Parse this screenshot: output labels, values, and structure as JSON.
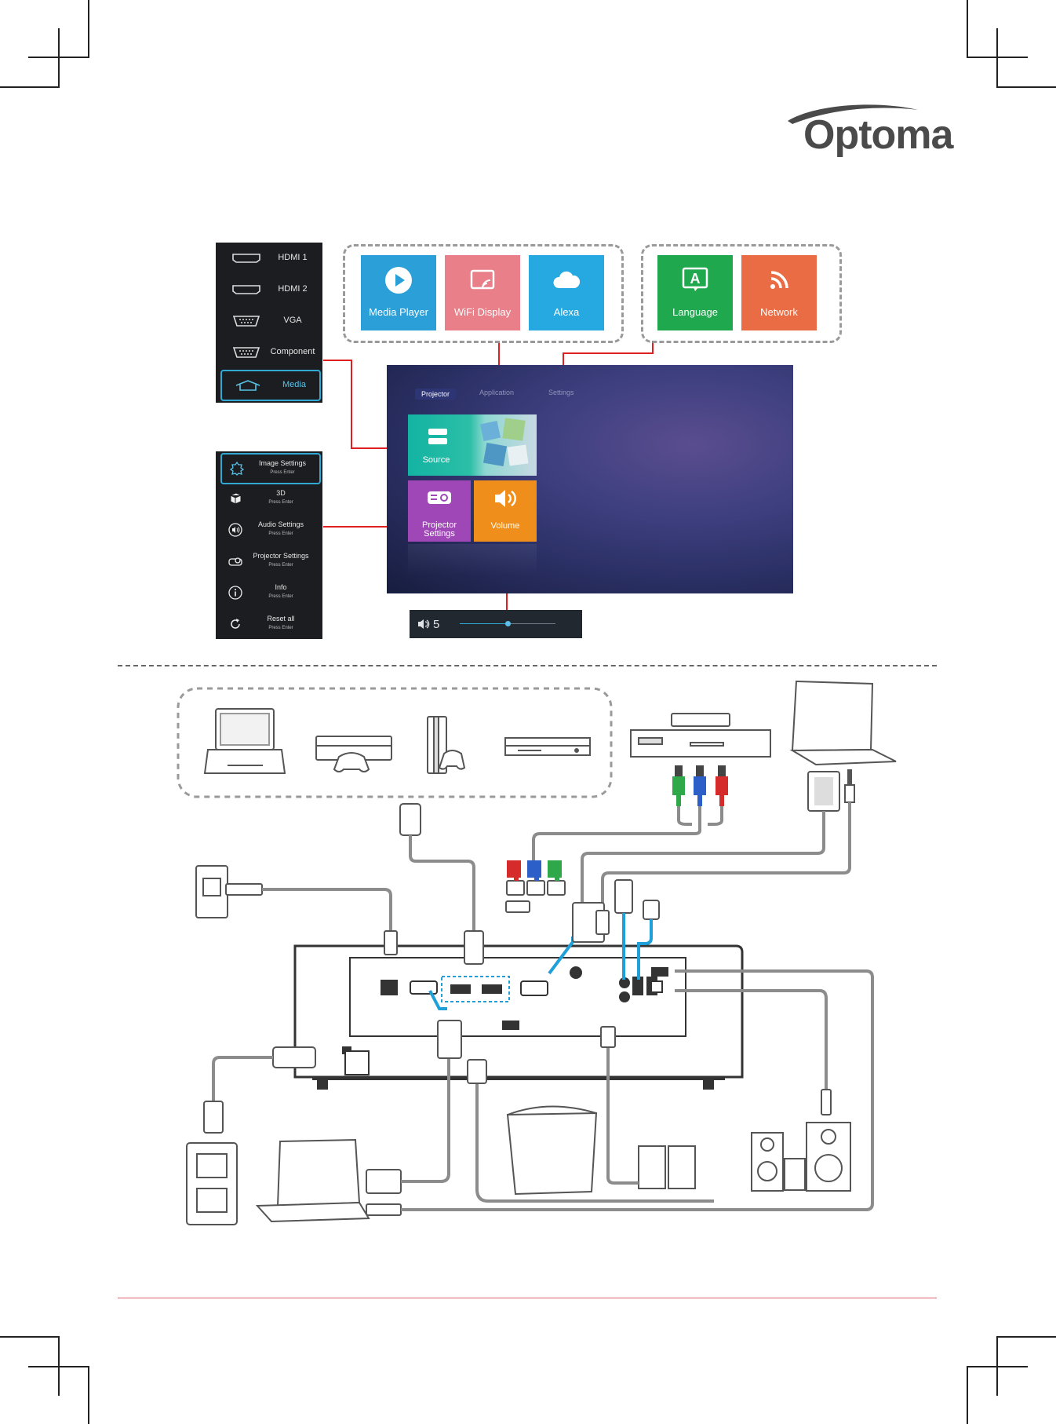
{
  "brand": {
    "logo": "Optoma"
  },
  "source_menu": {
    "items": [
      {
        "label": "HDMI 1",
        "icon": "hdmi-port-icon"
      },
      {
        "label": "HDMI 2",
        "icon": "hdmi-port-icon"
      },
      {
        "label": "VGA",
        "icon": "vga-port-icon"
      },
      {
        "label": "Component",
        "icon": "vga-port-icon"
      },
      {
        "label": "Media",
        "icon": "home-icon",
        "selected": true
      }
    ]
  },
  "app_tiles": [
    {
      "label": "Media Player",
      "icon": "play-icon",
      "color": "#2a9fd8"
    },
    {
      "label": "WiFi Display",
      "icon": "cast-icon",
      "color": "#e97f88"
    },
    {
      "label": "Alexa",
      "icon": "cloud-icon",
      "color": "#26a9e0"
    }
  ],
  "settings_tiles": [
    {
      "label": "Language",
      "icon": "language-icon",
      "color": "#20a84f"
    },
    {
      "label": "Network",
      "icon": "rss-icon",
      "color": "#ea6c44"
    }
  ],
  "main_ui": {
    "tabs": [
      "Projector",
      "Application",
      "Settings"
    ],
    "active_tab": "Projector",
    "tiles": [
      {
        "label": "Source",
        "icon": "source-icon"
      },
      {
        "label": "Projector\nSettings",
        "icon": "projector-icon",
        "color": "#a047b8"
      },
      {
        "label": "Volume",
        "icon": "speaker-icon",
        "color": "#f08e1b"
      }
    ]
  },
  "settings_menu": {
    "items": [
      {
        "label": "Image Settings",
        "sub": "Press Enter",
        "icon": "image-settings-icon",
        "selected": true
      },
      {
        "label": "3D",
        "sub": "Press Enter",
        "icon": "cube-icon"
      },
      {
        "label": "Audio Settings",
        "sub": "Press Enter",
        "icon": "audio-icon"
      },
      {
        "label": "Projector Settings",
        "sub": "Press Enter",
        "icon": "projector-icon"
      },
      {
        "label": "Info",
        "sub": "Press Enter",
        "icon": "info-icon"
      },
      {
        "label": "Reset all",
        "sub": "Press Enter",
        "icon": "reset-icon"
      }
    ]
  },
  "volume_bar": {
    "icon": "speaker-icon",
    "value": "5",
    "level": 0.5
  },
  "colors": {
    "accent": "#31a9d5",
    "connector_red": "#e02020",
    "cable": "#8c8c8c",
    "cable_blue": "#1fa0d8"
  }
}
